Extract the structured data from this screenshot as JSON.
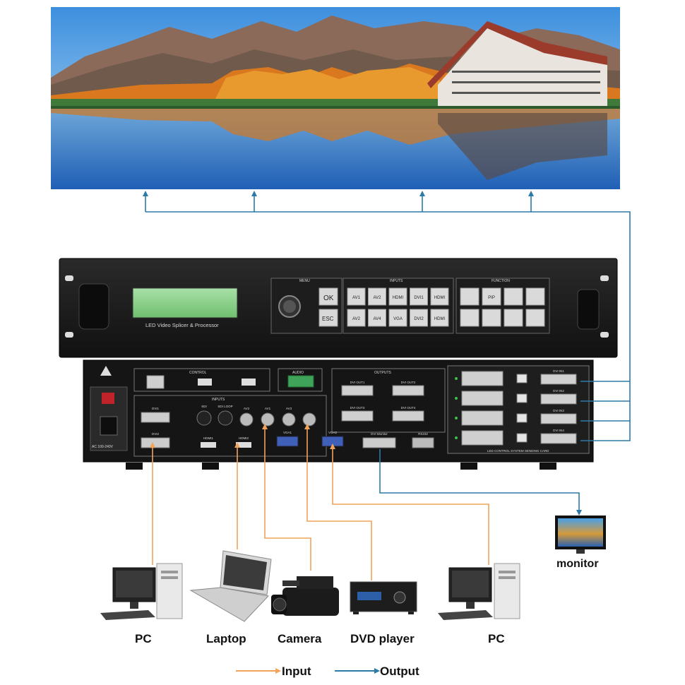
{
  "screen": {
    "description_colors": {
      "sky": "#5aa7e6",
      "water": "#2f77c9",
      "foliage": "#e08a22"
    }
  },
  "processor": {
    "lcd_text": "LED Video Splicer & Processor",
    "sections": {
      "menu": "MENU",
      "inputs": "INPUTS",
      "function": "FUNCTION"
    },
    "menu_buttons": [
      "OK",
      "ESC"
    ],
    "input_buttons": [
      "AV1",
      "AV2",
      "HDMI",
      "DVI1",
      "HDMI",
      "AV2",
      "AV4",
      "VGA",
      "DVI2",
      "HDMI"
    ],
    "function_buttons": [
      "",
      "PIP",
      "",
      "",
      "",
      "",
      "",
      ""
    ]
  },
  "rear": {
    "control_label": "CONTROL",
    "audio_label": "AUDIO",
    "outputs_label": "OUTPUTS",
    "inputs_label": "INPUTS",
    "output_ports": [
      "DVI OUT1",
      "DVI OUT2",
      "DVI OUT3",
      "DVI OUT4"
    ],
    "input_ports": [
      "DVI1",
      "DVI2",
      "SDI",
      "SDI LOOP",
      "AV2",
      "AV1",
      "AV3",
      "HDMI1",
      "HDMI2",
      "VGA1",
      "VGA2",
      "DVI Monitor",
      "RS232"
    ],
    "power_label": "AC 100-240V",
    "sending_card_label": "LED CONTROL SYSTEM SENDING CARD",
    "card_ports": [
      "DVI IN1",
      "DVI IN2",
      "DVI IN3",
      "DVI IN4"
    ]
  },
  "devices": {
    "pc1": "PC",
    "laptop": "Laptop",
    "camera": "Camera",
    "dvd": "DVD player",
    "pc2": "PC",
    "monitor": "monitor"
  },
  "legend": {
    "input_label": "Input",
    "output_label": "Output",
    "input_color": "#f0a35a",
    "output_color": "#2c7aa8"
  }
}
